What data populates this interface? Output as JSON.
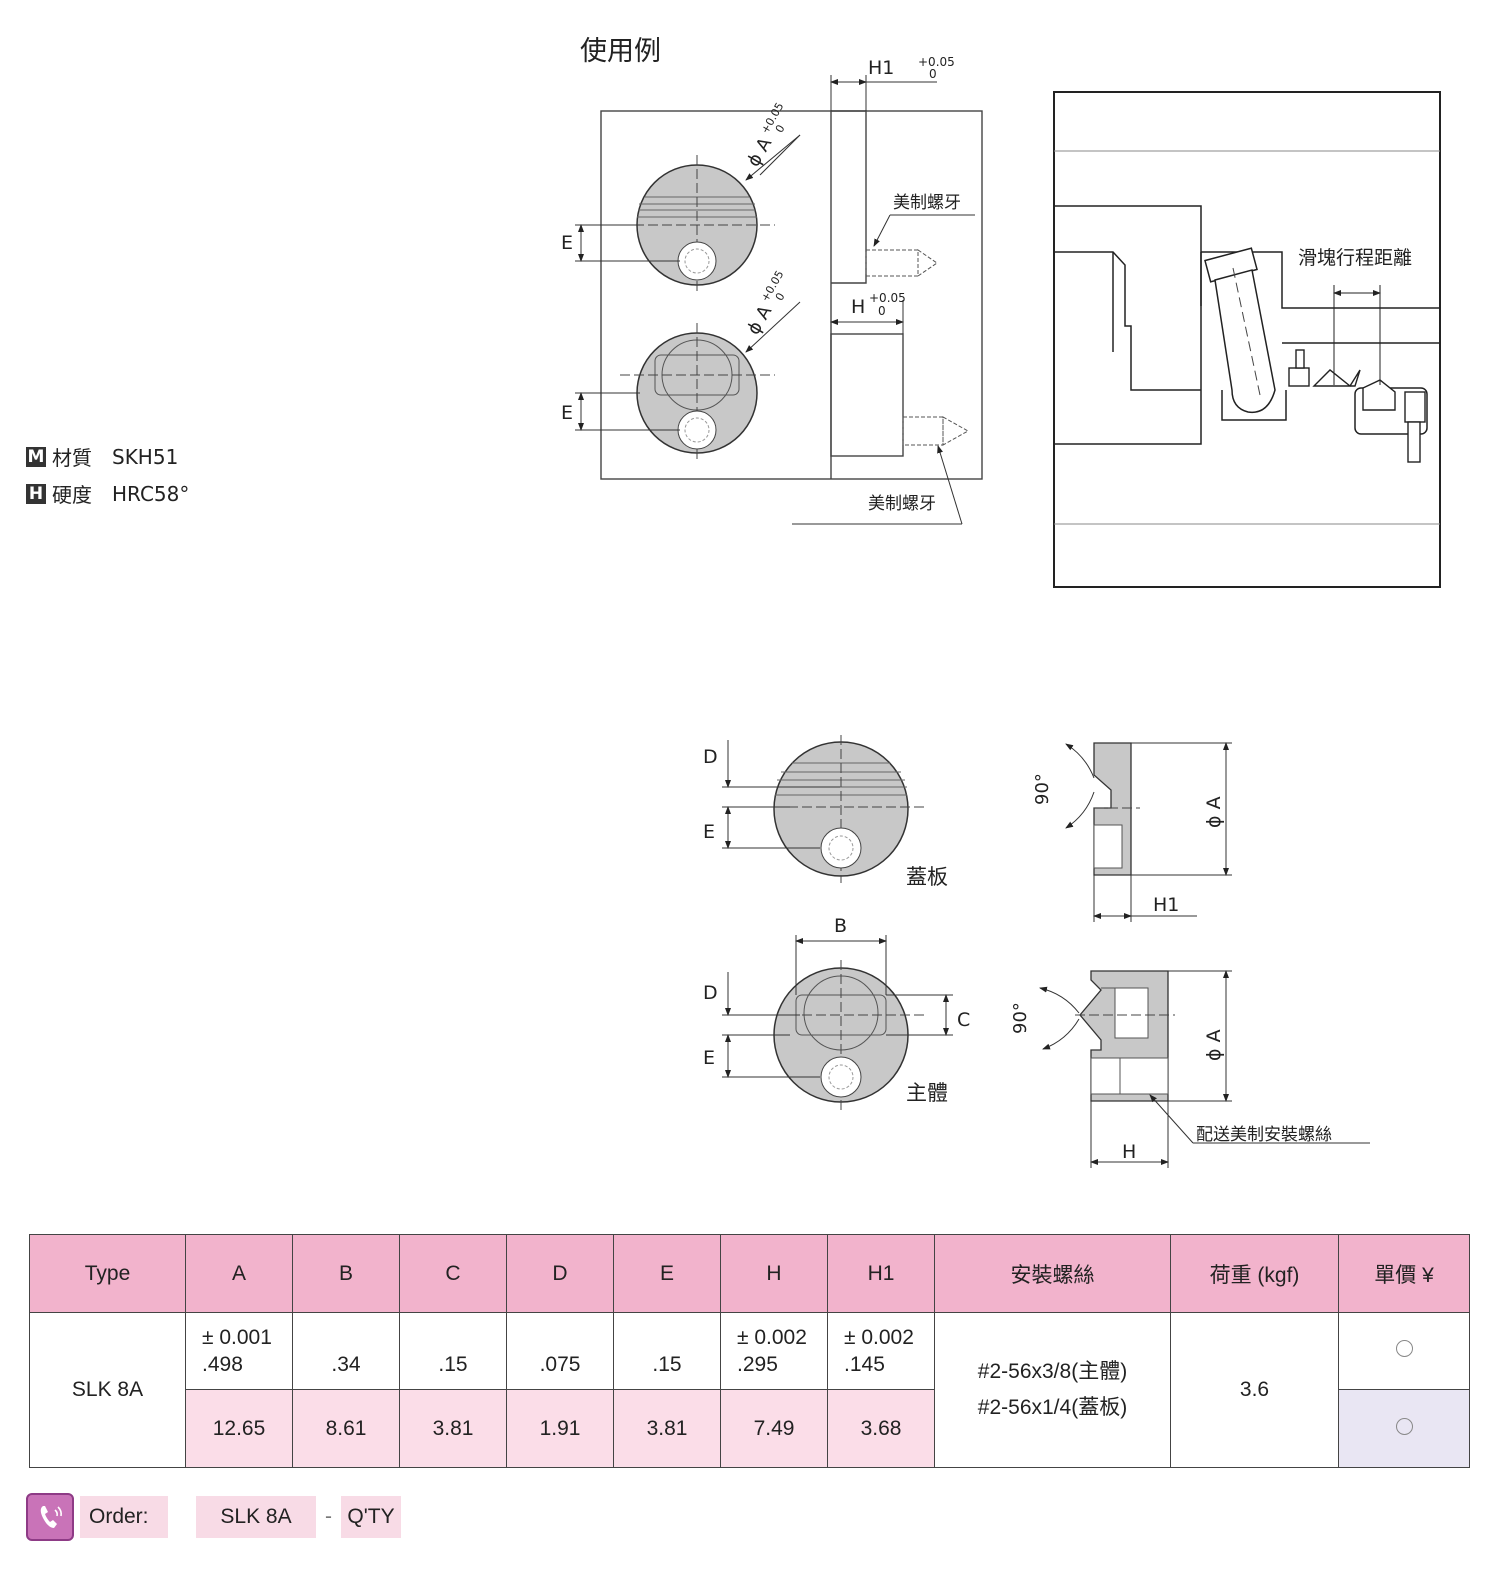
{
  "usage_title": "使用例",
  "material": {
    "badge": "M",
    "label": "材質",
    "value": "SKH51"
  },
  "hardness": {
    "badge": "H",
    "label": "硬度",
    "value": "HRC58°"
  },
  "usage_labels": {
    "h1": "H1",
    "h": "H",
    "tol_plus": "+0.05",
    "tol_zero": "0",
    "phiA": "ϕ A",
    "E": "E",
    "thread": "美制螺牙",
    "slide": "滑塊行程距離"
  },
  "detail_labels": {
    "D": "D",
    "E": "E",
    "B": "B",
    "C": "C",
    "H": "H",
    "H1": "H1",
    "phiA": "ϕ A",
    "deg90": "90°",
    "cover": "蓋板",
    "body": "主體",
    "screws": "配送美制安裝螺絲"
  },
  "table": {
    "headers": [
      "Type",
      "A",
      "B",
      "C",
      "D",
      "E",
      "H",
      "H1",
      "安裝螺絲",
      "荷重 (kgf)",
      "單價 ¥"
    ],
    "type": "SLK 8A",
    "tol_A": "± 0.001",
    "tol_H": "± 0.002",
    "tol_H1": "± 0.002",
    "inch": [
      ".498",
      ".34",
      ".15",
      ".075",
      ".15",
      ".295",
      ".145"
    ],
    "metric": [
      "12.65",
      "8.61",
      "3.81",
      "1.91",
      "3.81",
      "7.49",
      "3.68"
    ],
    "screw1": "#2-56x3/8(主體)",
    "screw2": "#2-56x1/4(蓋板)",
    "load": "3.6",
    "price_mark": "○"
  },
  "order": {
    "label": "Order:",
    "type": "SLK 8A",
    "dash": "-",
    "qty": "Q'TY"
  }
}
